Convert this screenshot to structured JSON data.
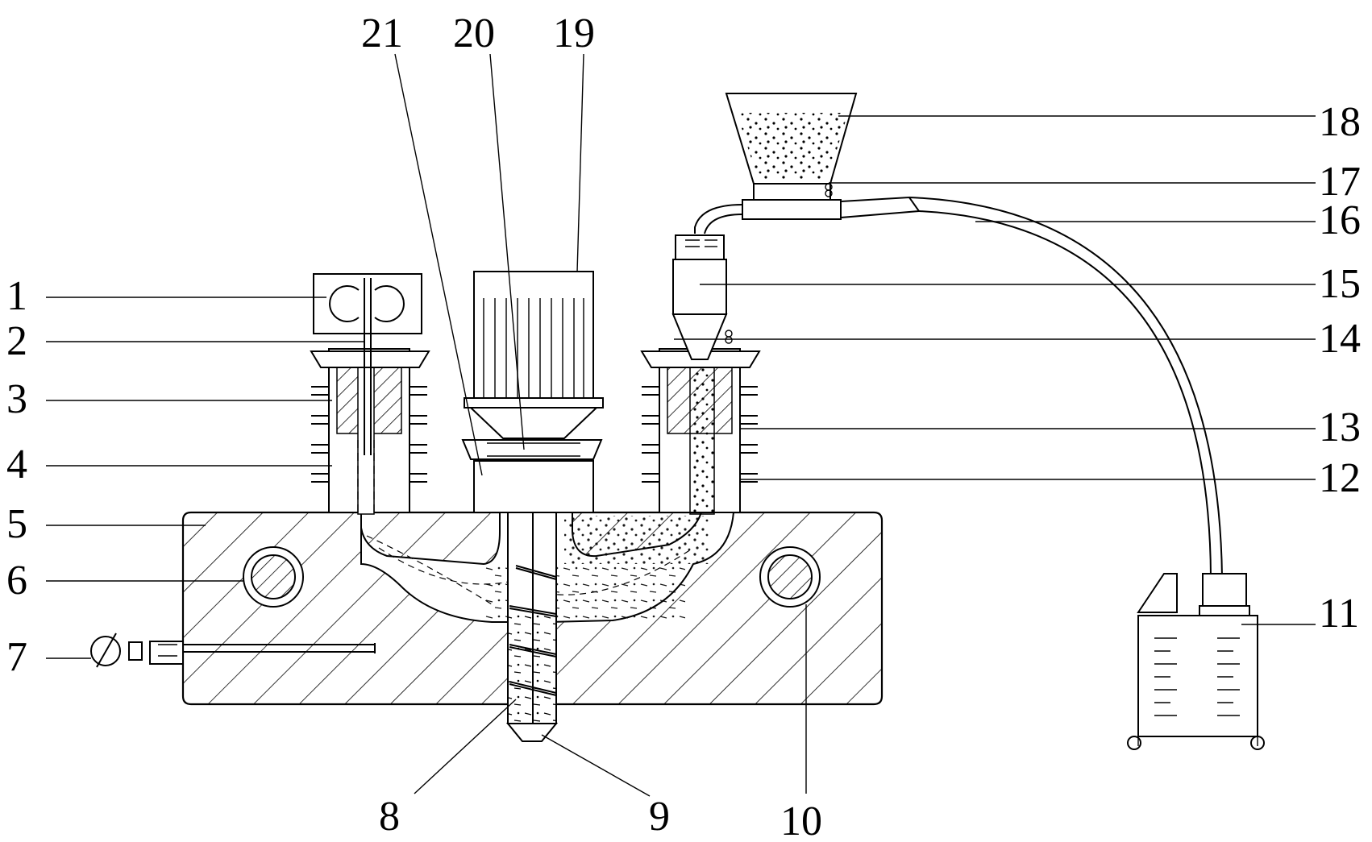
{
  "labels": [
    {
      "id": "1",
      "text": "1"
    },
    {
      "id": "2",
      "text": "2"
    },
    {
      "id": "3",
      "text": "3"
    },
    {
      "id": "4",
      "text": "4"
    },
    {
      "id": "5",
      "text": "5"
    },
    {
      "id": "6",
      "text": "6"
    },
    {
      "id": "7",
      "text": "7"
    },
    {
      "id": "8",
      "text": "8"
    },
    {
      "id": "9",
      "text": "9"
    },
    {
      "id": "10",
      "text": "10"
    },
    {
      "id": "11",
      "text": "11"
    },
    {
      "id": "12",
      "text": "12"
    },
    {
      "id": "13",
      "text": "13"
    },
    {
      "id": "14",
      "text": "14"
    },
    {
      "id": "15",
      "text": "15"
    },
    {
      "id": "16",
      "text": "16"
    },
    {
      "id": "17",
      "text": "17"
    },
    {
      "id": "18",
      "text": "18"
    },
    {
      "id": "19",
      "text": "19"
    },
    {
      "id": "20",
      "text": "20"
    },
    {
      "id": "21",
      "text": "21"
    }
  ]
}
